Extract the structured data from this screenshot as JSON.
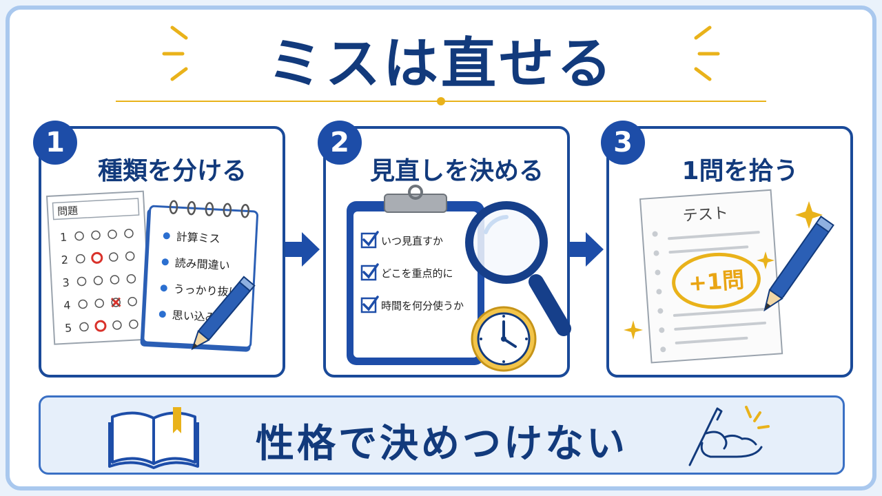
{
  "title": "ミスは直せる",
  "steps": [
    {
      "number": "1",
      "title": "種類を分ける",
      "sheet_header": "問題",
      "row_numbers": [
        "1",
        "2",
        "3",
        "4",
        "5"
      ],
      "notebook_items": [
        "計算ミス",
        "読み間違い",
        "うっかり抜け",
        "思い込み"
      ]
    },
    {
      "number": "2",
      "title": "見直しを決める",
      "checklist": [
        "いつ見直すか",
        "どこを重点的に",
        "時間を何分使うか"
      ]
    },
    {
      "number": "3",
      "title": "1問を拾う",
      "paper_title": "テスト",
      "score": "+1問"
    }
  ],
  "footer": "性格で決めつけない",
  "colors": {
    "navy": "#123a7c",
    "blue": "#1d4da8",
    "gold": "#e9b21a",
    "red": "#d9322b"
  }
}
